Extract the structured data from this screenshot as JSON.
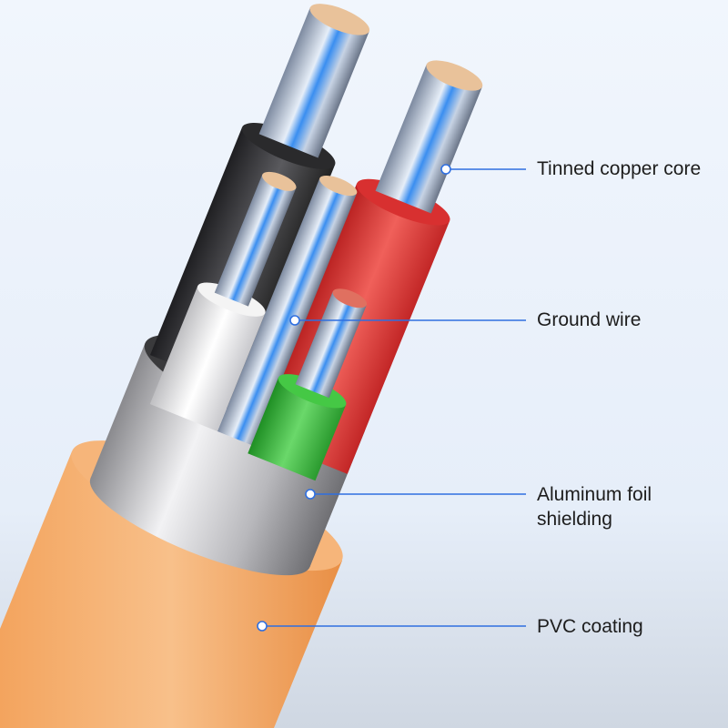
{
  "callouts": [
    {
      "label": "Tinned copper core"
    },
    {
      "label": "Ground wire"
    },
    {
      "label": "Aluminum foil",
      "label2": "shielding"
    },
    {
      "label": "PVC coating"
    }
  ],
  "colors": {
    "accent_line": "#2f6fe0",
    "jacket": "#f4a35c",
    "foil": "#c9c9cc",
    "wire_black": "#3a3a3c",
    "wire_red": "#e23a3a",
    "wire_green": "#3cbf3c",
    "wire_white": "#eeeeee",
    "copper": "#e9c29a"
  }
}
